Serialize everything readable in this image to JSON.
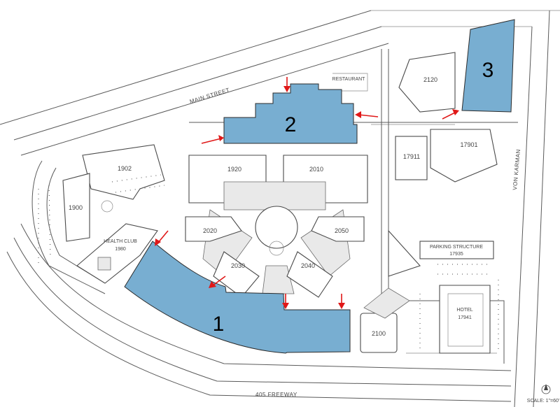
{
  "streets": {
    "main_street": "MAIN STREET",
    "von_karman": "VON KARMAN",
    "freeway": "405 FREEWAY"
  },
  "buildings": {
    "b1902": "1902",
    "b1900": "1900",
    "b1920": "1920",
    "b2010": "2010",
    "b2020": "2020",
    "b2050": "2050",
    "b2030": "2030",
    "b2040": "2040",
    "b2100": "2100",
    "b2120": "2120",
    "b17911": "17911",
    "b17901": "17901",
    "health_club": "HEALTH CLUB",
    "health_club_num": "1980",
    "restaurant": "RESTAURANT",
    "parking": "PARKING STRUCTURE",
    "parking_num": "17935",
    "hotel": "HOTEL",
    "hotel_num": "17941"
  },
  "zones": {
    "zone1": "1",
    "zone2": "2",
    "zone3": "3"
  },
  "scale": "SCALE: 1\"=60'",
  "colors": {
    "zone_fill": "#78aed1",
    "arrow": "#e01818"
  }
}
